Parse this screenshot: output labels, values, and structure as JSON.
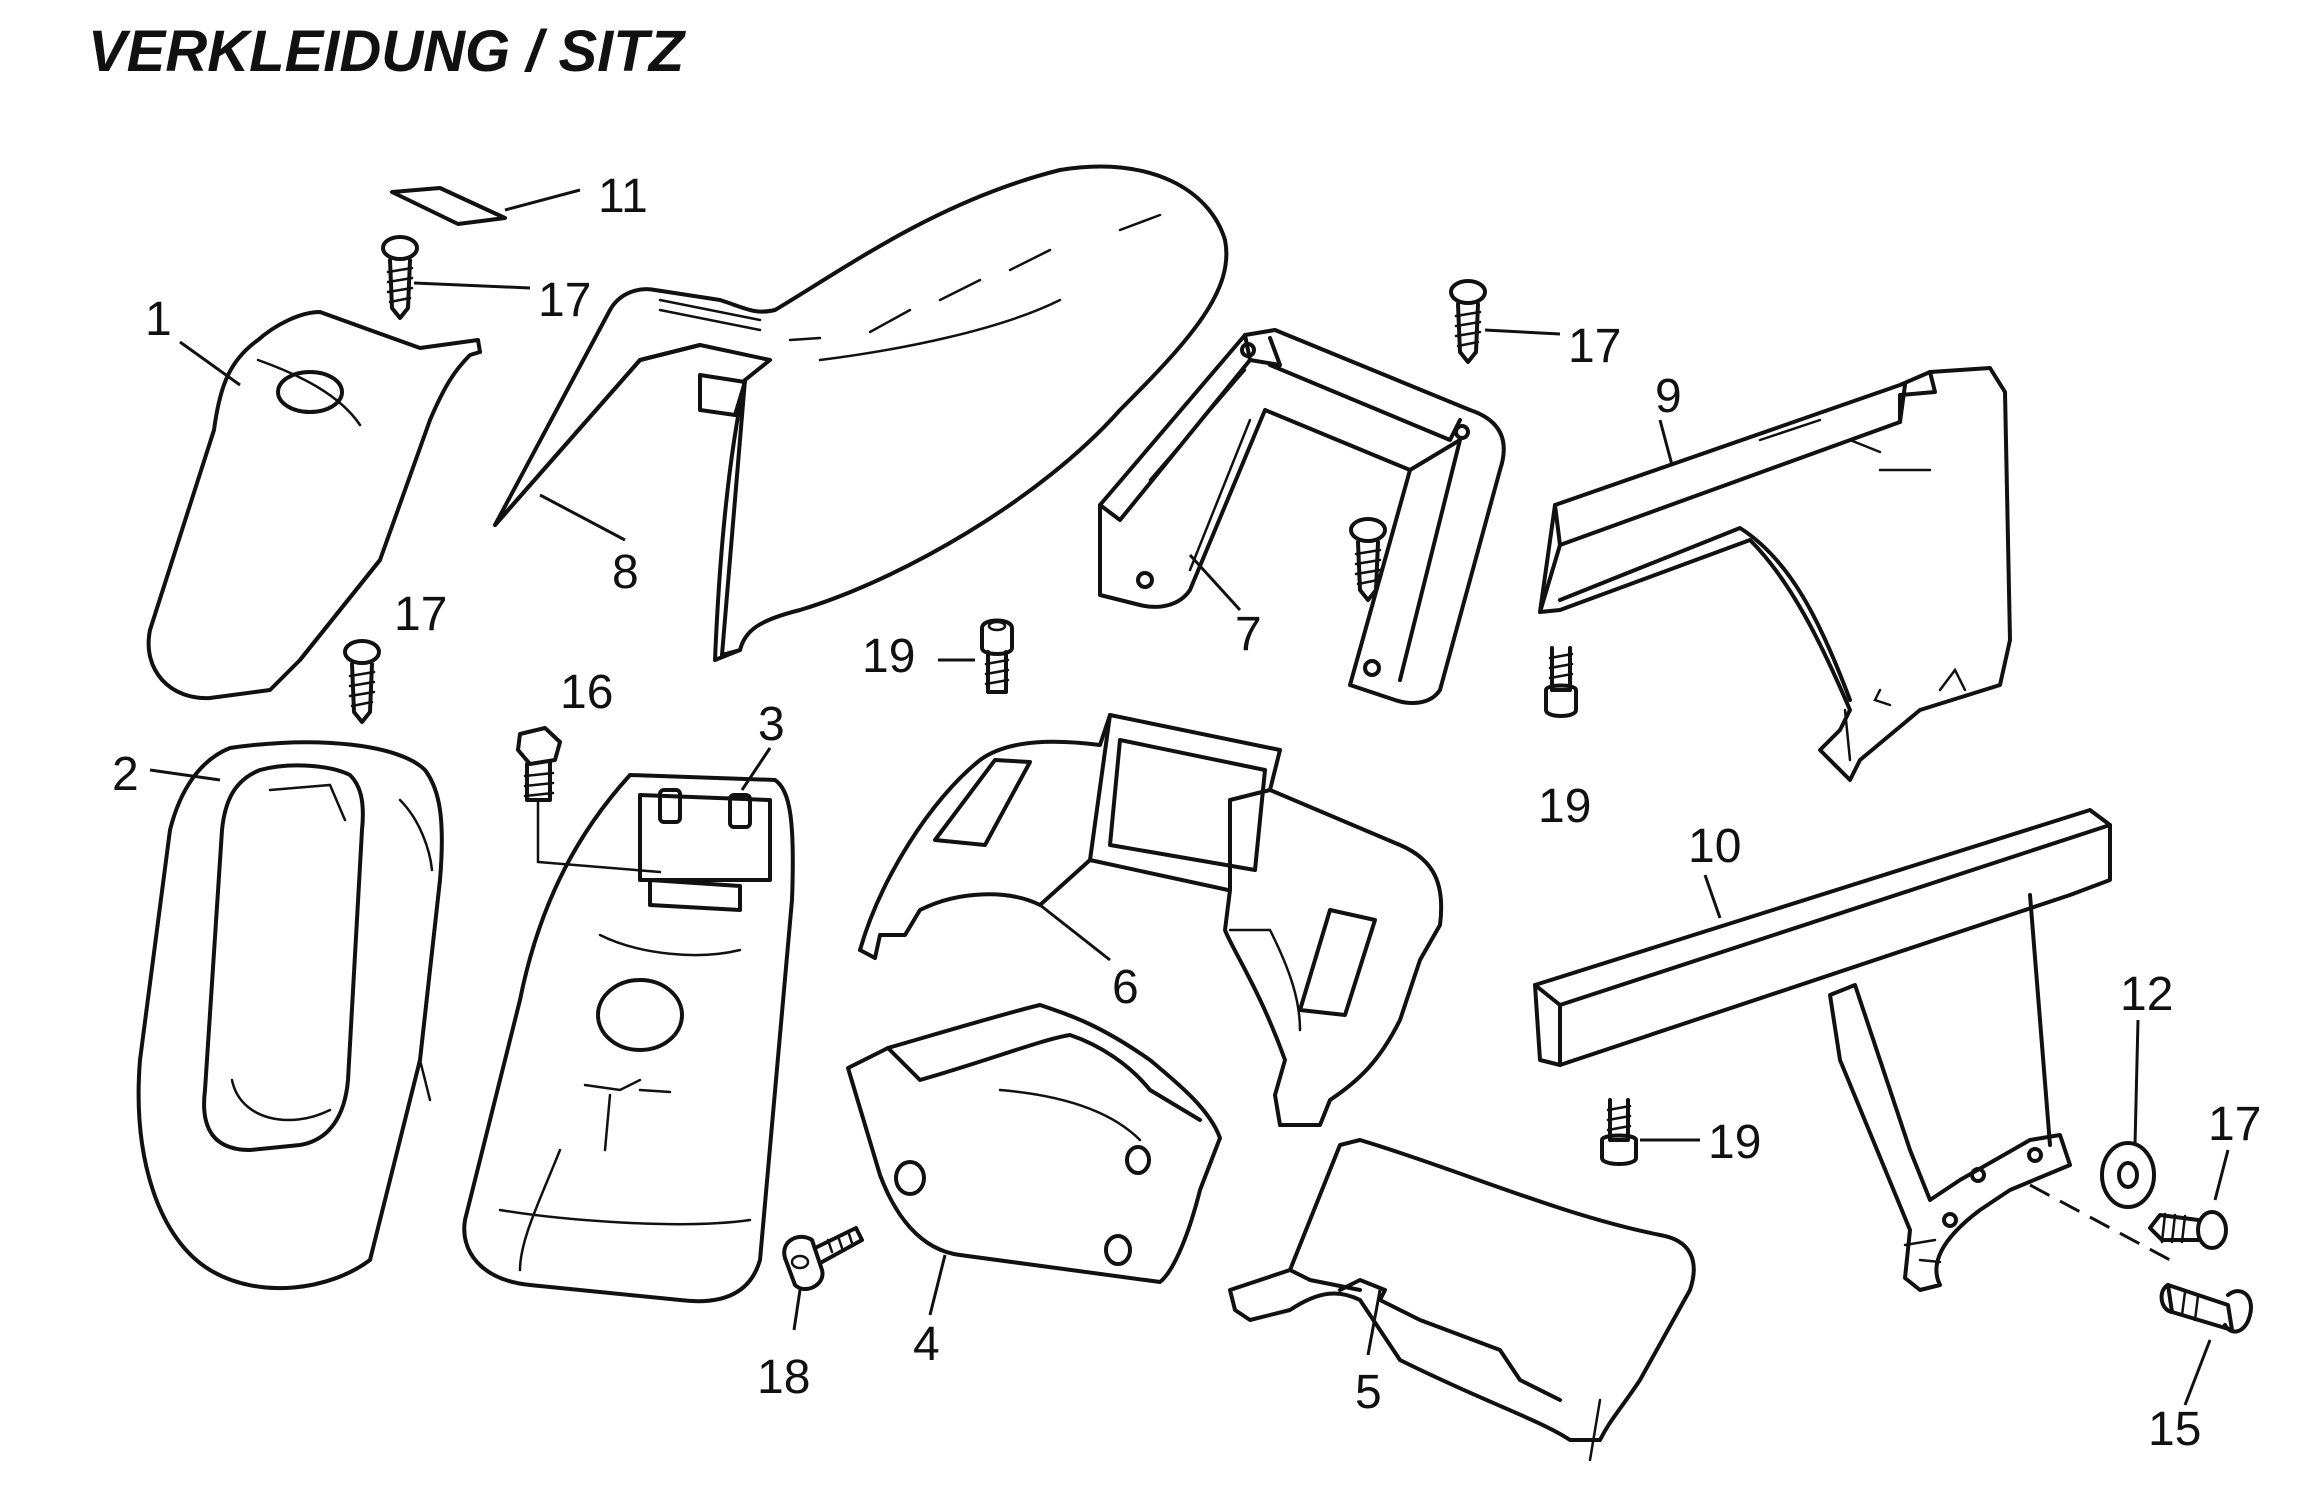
{
  "title": "VERKLEIDUNG / SITZ",
  "callouts": {
    "c1": "1",
    "c2": "2",
    "c3": "3",
    "c4": "4",
    "c5": "5",
    "c6": "6",
    "c7": "7",
    "c8": "8",
    "c9": "9",
    "c10": "10",
    "c11": "11",
    "c12": "12",
    "c15": "15",
    "c16": "16",
    "c17a": "17",
    "c17b": "17",
    "c17c": "17",
    "c17d": "17",
    "c18": "18",
    "c19a": "19",
    "c19b": "19",
    "c19c": "19"
  }
}
